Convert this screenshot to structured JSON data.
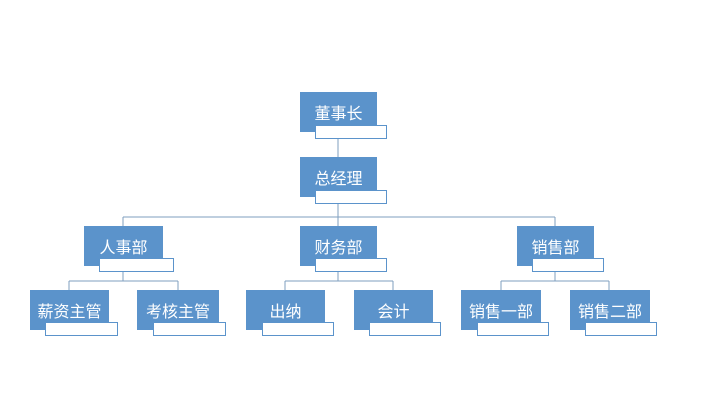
{
  "colors": {
    "box_fill": "#5b93cb",
    "box_text": "#ffffff",
    "connector": "#7f9fbf"
  },
  "org": {
    "chairman": "董事长",
    "general_manager": "总经理",
    "hr_dept": "人事部",
    "finance_dept": "财务部",
    "sales_dept": "销售部",
    "salary_supervisor": "薪资主管",
    "assessment_supervisor": "考核主管",
    "cashier": "出纳",
    "accountant": "会计",
    "sales_dept_1": "销售一部",
    "sales_dept_2": "销售二部"
  }
}
